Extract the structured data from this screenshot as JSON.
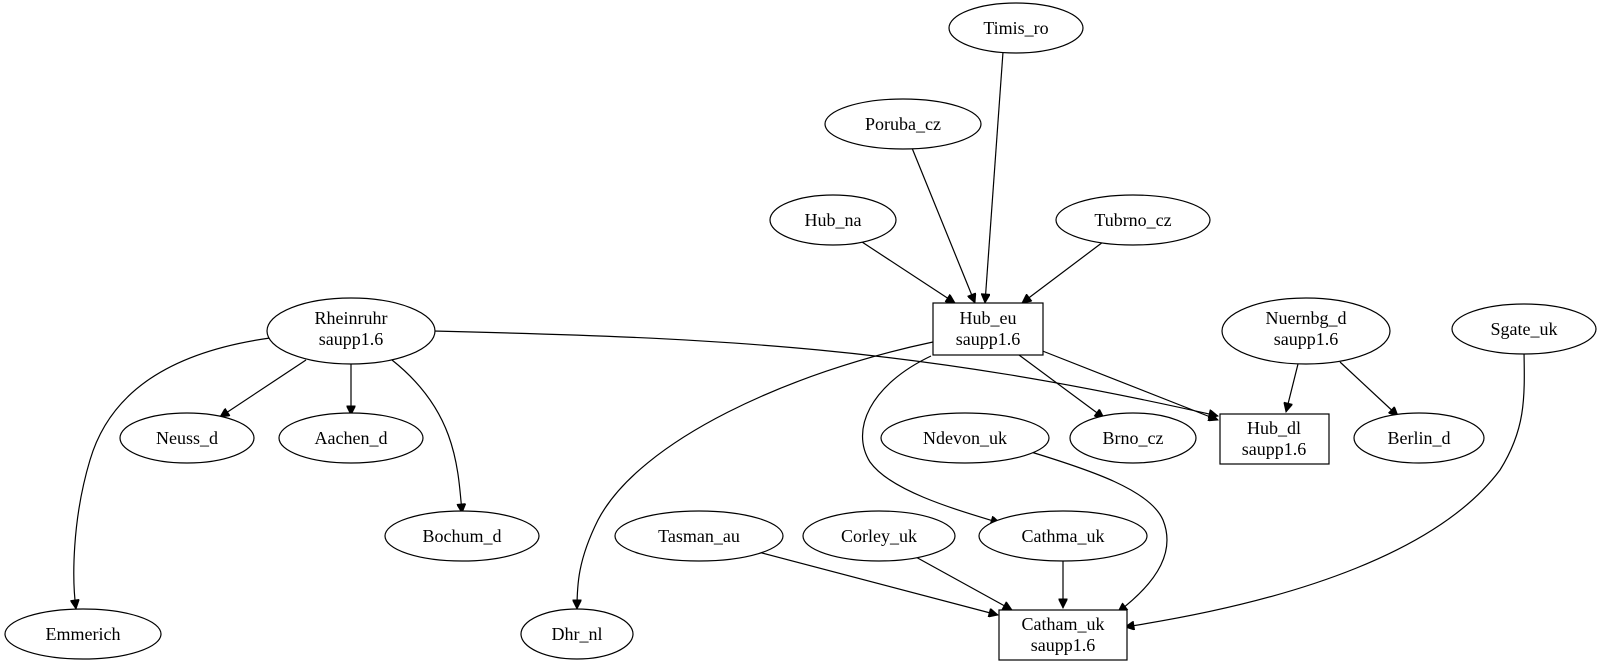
{
  "nodes": {
    "timis_ro": {
      "lines": [
        "Timis_ro"
      ]
    },
    "poruba_cz": {
      "lines": [
        "Poruba_cz"
      ]
    },
    "hub_na": {
      "lines": [
        "Hub_na"
      ]
    },
    "tubrno_cz": {
      "lines": [
        "Tubrno_cz"
      ]
    },
    "hub_eu": {
      "lines": [
        "Hub_eu",
        "saupp1.6"
      ]
    },
    "rheinruhr": {
      "lines": [
        "Rheinruhr",
        "saupp1.6"
      ]
    },
    "nuernbg_d": {
      "lines": [
        "Nuernbg_d",
        "saupp1.6"
      ]
    },
    "sgate_uk": {
      "lines": [
        "Sgate_uk"
      ]
    },
    "neuss_d": {
      "lines": [
        "Neuss_d"
      ]
    },
    "aachen_d": {
      "lines": [
        "Aachen_d"
      ]
    },
    "ndevon_uk": {
      "lines": [
        "Ndevon_uk"
      ]
    },
    "brno_cz": {
      "lines": [
        "Brno_cz"
      ]
    },
    "hub_dl": {
      "lines": [
        "Hub_dl",
        "saupp1.6"
      ]
    },
    "berlin_d": {
      "lines": [
        "Berlin_d"
      ]
    },
    "bochum_d": {
      "lines": [
        "Bochum_d"
      ]
    },
    "tasman_au": {
      "lines": [
        "Tasman_au"
      ]
    },
    "corley_uk": {
      "lines": [
        "Corley_uk"
      ]
    },
    "cathma_uk": {
      "lines": [
        "Cathma_uk"
      ]
    },
    "emmerich": {
      "lines": [
        "Emmerich"
      ]
    },
    "dhr_nl": {
      "lines": [
        "Dhr_nl"
      ]
    },
    "catham_uk": {
      "lines": [
        "Catham_uk",
        "saupp1.6"
      ]
    }
  },
  "edges": [
    [
      "timis_ro",
      "hub_eu"
    ],
    [
      "poruba_cz",
      "hub_eu"
    ],
    [
      "hub_na",
      "hub_eu"
    ],
    [
      "tubrno_cz",
      "hub_eu"
    ],
    [
      "rheinruhr",
      "hub_dl"
    ],
    [
      "rheinruhr",
      "neuss_d"
    ],
    [
      "rheinruhr",
      "aachen_d"
    ],
    [
      "rheinruhr",
      "bochum_d"
    ],
    [
      "rheinruhr",
      "emmerich"
    ],
    [
      "hub_eu",
      "dhr_nl"
    ],
    [
      "hub_eu",
      "cathma_uk"
    ],
    [
      "hub_eu",
      "brno_cz"
    ],
    [
      "hub_eu",
      "hub_dl"
    ],
    [
      "nuernbg_d",
      "hub_dl"
    ],
    [
      "nuernbg_d",
      "berlin_d"
    ],
    [
      "sgate_uk",
      "catham_uk"
    ],
    [
      "ndevon_uk",
      "catham_uk"
    ],
    [
      "tasman_au",
      "catham_uk"
    ],
    [
      "corley_uk",
      "catham_uk"
    ],
    [
      "cathma_uk",
      "catham_uk"
    ]
  ]
}
